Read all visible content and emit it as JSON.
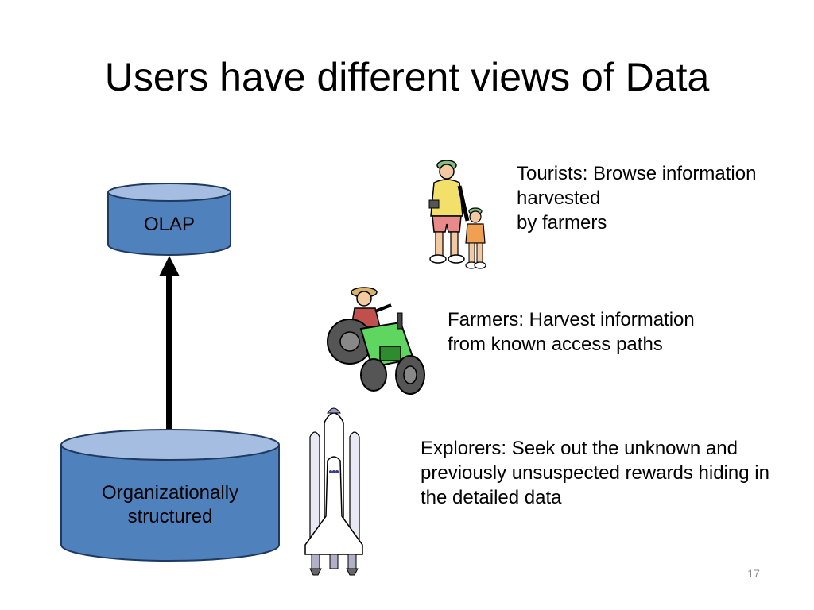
{
  "slide": {
    "title": "Users have different views of Data",
    "page_number": "17"
  },
  "cylinders": {
    "top_label": "OLAP",
    "bottom_label_line1": "Organizationally",
    "bottom_label_line2": "structured",
    "fill_color": "#4f81bd",
    "top_fill_color": "#a5bde0"
  },
  "users": {
    "tourists": {
      "line1": "Tourists:  Browse information",
      "line2": "harvested",
      "line3": "by farmers"
    },
    "farmers": {
      "line1": "Farmers:  Harvest information",
      "line2": "from known access paths"
    },
    "explorers": {
      "line1": "Explorers:  Seek out the unknown and",
      "line2": "previously unsuspected rewards hiding in",
      "line3": "the detailed data"
    }
  },
  "icons": [
    "tourists-clipart-icon",
    "farmer-tractor-icon",
    "space-shuttle-icon"
  ]
}
